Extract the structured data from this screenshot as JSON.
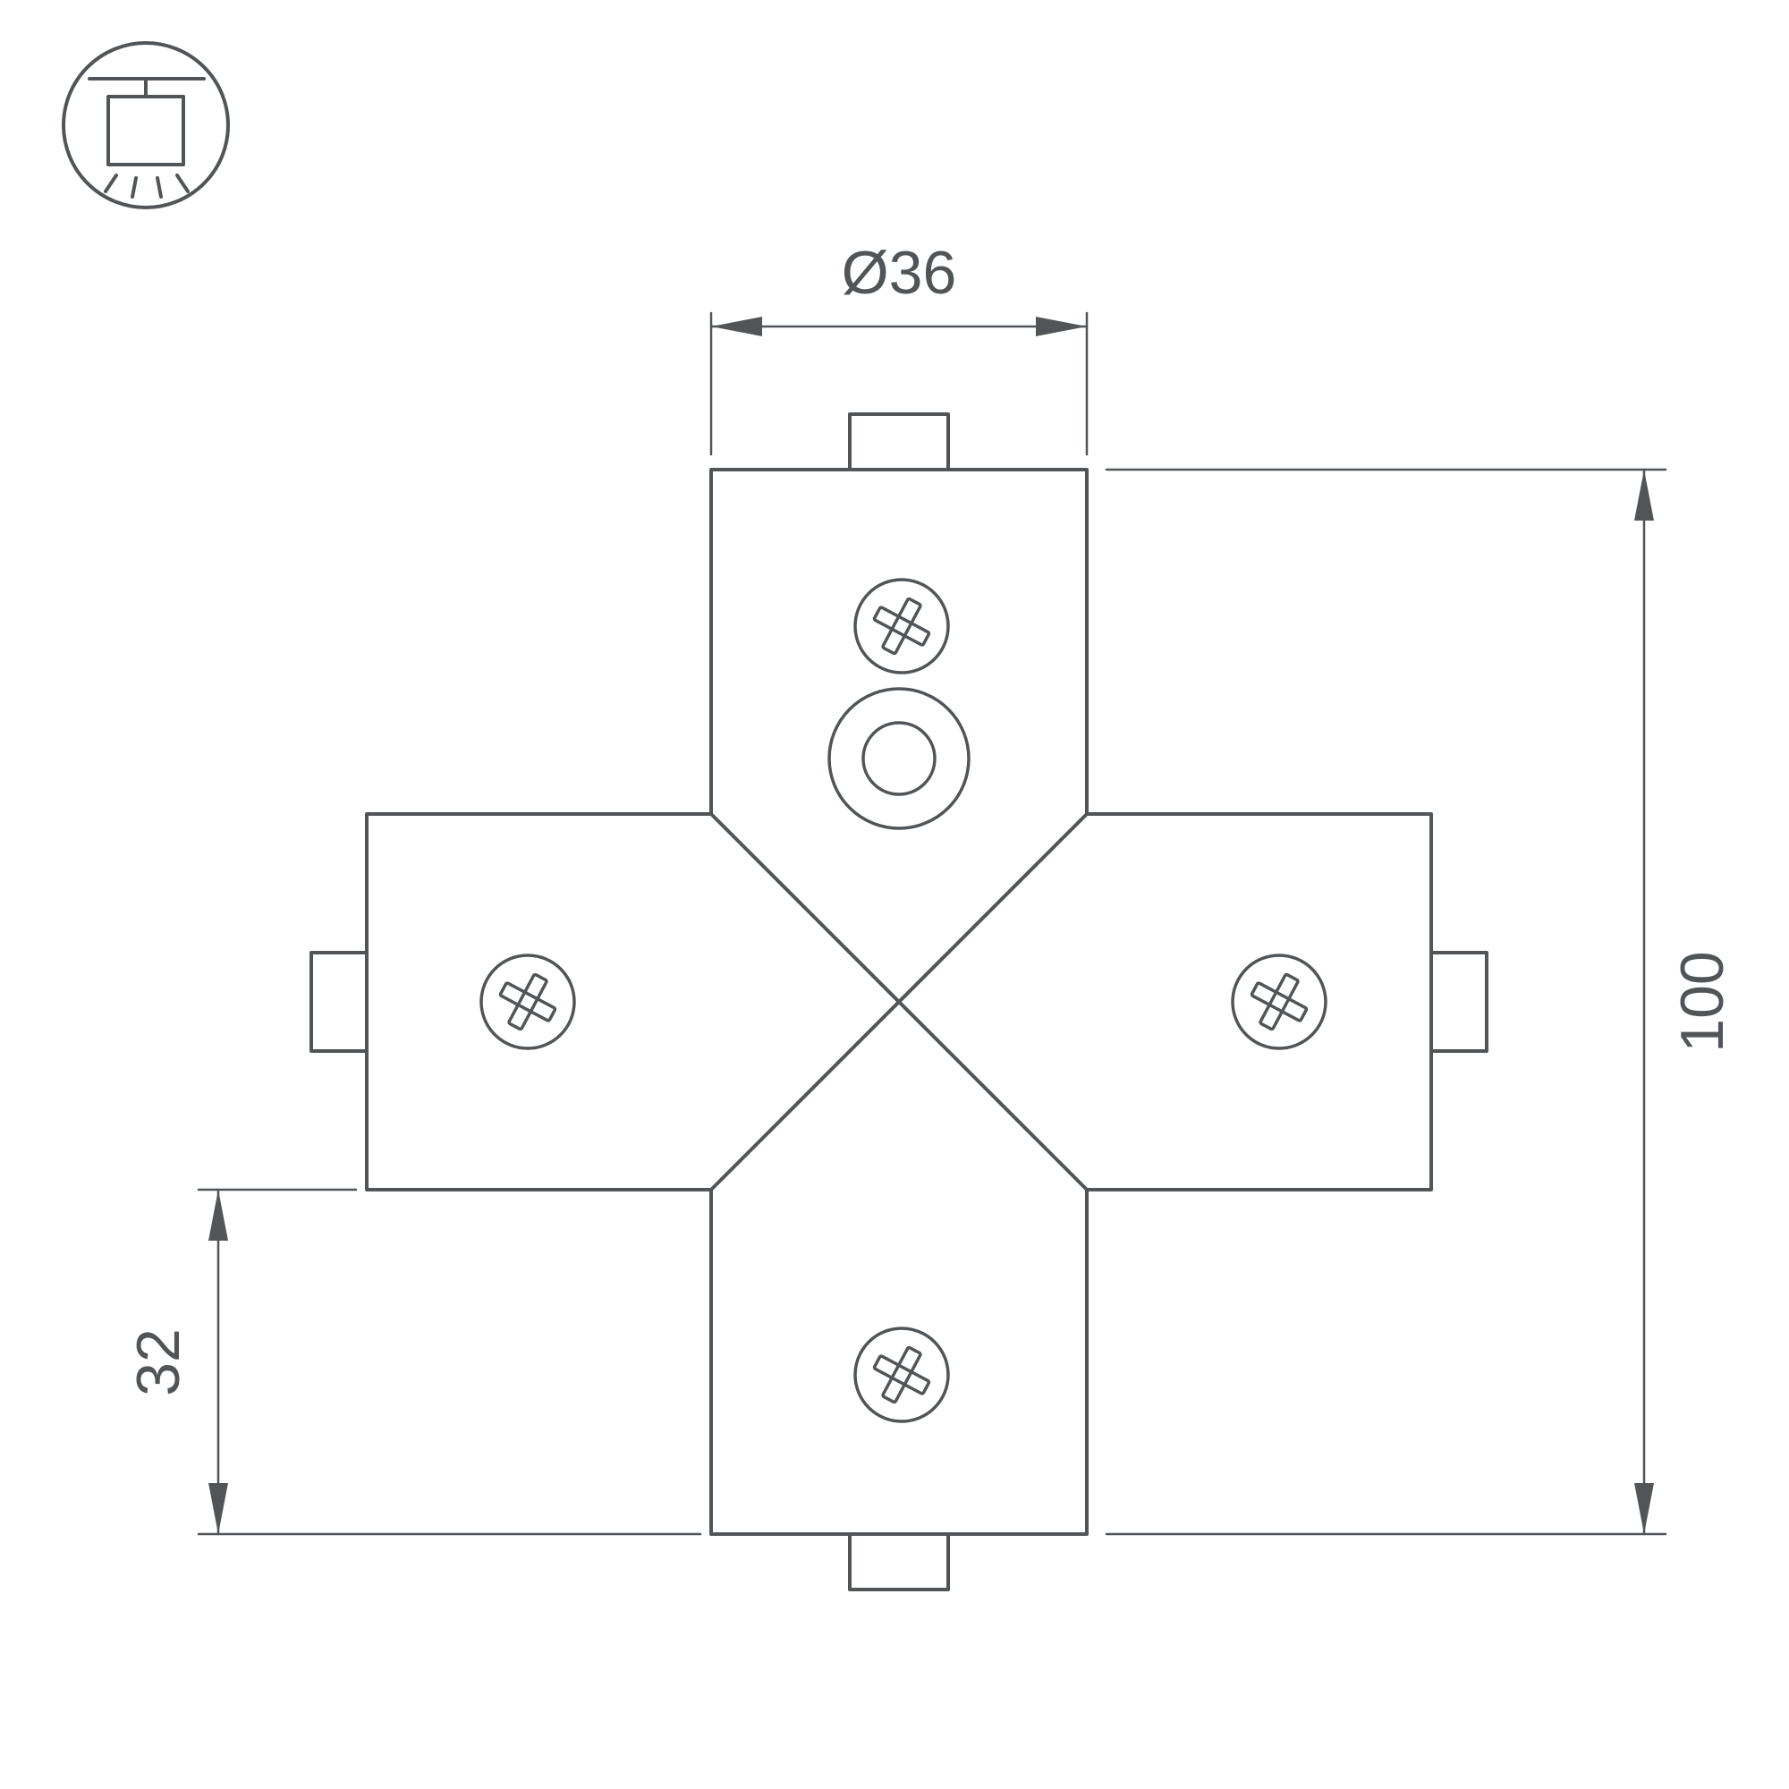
{
  "drawing": {
    "title_hidden": "",
    "dimensions": {
      "diameter_label": "Ø36",
      "height_label": "100",
      "offset_label": "32"
    },
    "icons": {
      "logo": "ceiling-pendant-light-icon",
      "screw": "phillips-screw-icon",
      "hole": "mounting-hole-icon"
    },
    "colors": {
      "line": "#515558",
      "background": "#ffffff"
    }
  }
}
